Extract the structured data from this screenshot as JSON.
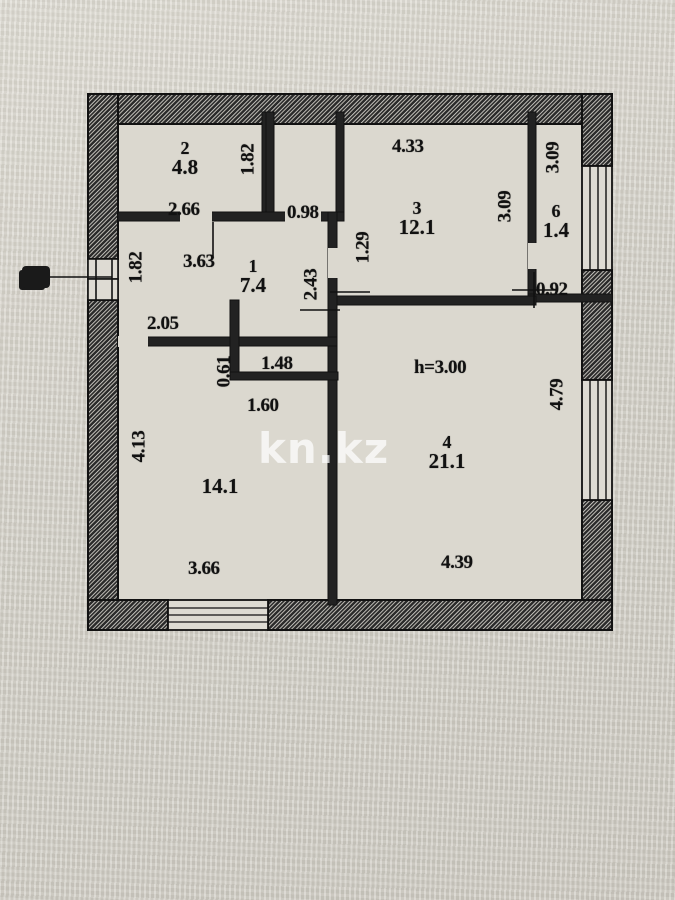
{
  "plan": {
    "title": "apartment-floor-plan",
    "ceiling_note": "h=3.00",
    "watermark": "kn.kz",
    "colors": {
      "paper": "#d6d3cb",
      "floor": "#d9d6cd",
      "wall_hatch": "#262626",
      "ink": "#111111",
      "watermark": "#ffffff"
    }
  },
  "rooms": [
    {
      "number": "2",
      "area": "4.8",
      "name": "room-2-kitchen"
    },
    {
      "number": "3",
      "area": "12.1",
      "name": "room-3-living"
    },
    {
      "number": "6",
      "area": "1.4",
      "name": "room-6-bath"
    },
    {
      "number": "1",
      "area": "7.4",
      "name": "room-1-hall"
    },
    {
      "number": "",
      "area": "14.1",
      "name": "room-lower-left"
    },
    {
      "number": "4",
      "area": "21.1",
      "name": "room-lower-right"
    }
  ],
  "dimensions": {
    "top_left_width": "2.66",
    "top_left_inner_height": "1.82",
    "closet_width": "0.98",
    "top_right_width": "4.33",
    "room3_right_height": "3.09",
    "room6_height": "3.09",
    "room6_width": "0.92",
    "hall_top_width": "3.63",
    "left_wall_upper": "1.82",
    "hall_left_width": "2.05",
    "hall_right_height": "2.43",
    "niche_height": "1.29",
    "stub_height": "0.61",
    "hall_bottom_width": "1.48",
    "hall_bottom_total": "1.60",
    "left_wall_lower": "4.13",
    "bottom_left_width": "3.66",
    "right_wall_height": "4.79",
    "bottom_right_width": "4.39",
    "ceiling_height": "h=3.00"
  },
  "features": {
    "entrance_marker": "entrance-arrow",
    "windows_right": 2,
    "windows_bottom": 1,
    "windows_left": 1
  }
}
